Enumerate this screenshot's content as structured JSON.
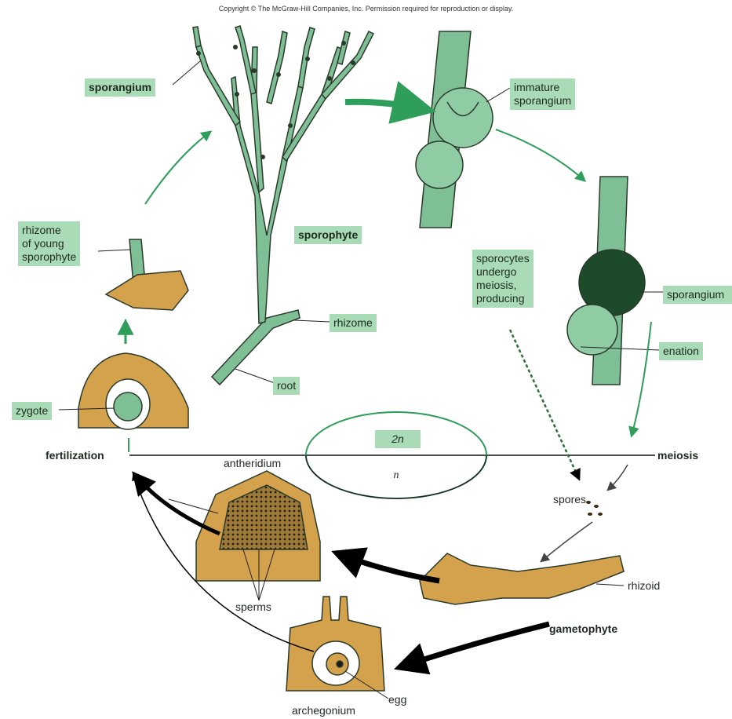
{
  "copyright": "Copyright © The McGraw-Hill Companies, Inc. Permission required for reproduction or display.",
  "labels": {
    "sporangium_top": "sporangium",
    "immature_sporangium": "immature\nsporangium",
    "sporophyte": "sporophyte",
    "rhizome_young": "rhizome\nof young\nsporophyte",
    "rhizome": "rhizome",
    "root": "root",
    "sporocytes": "sporocytes\nundergo\nmeiosis,\nproducing",
    "sporangium_right": "sporangium",
    "enation": "enation",
    "zygote": "zygote",
    "fertilization": "fertilization",
    "meiosis": "meiosis",
    "two_n": "2n",
    "n": "n",
    "spores": "spores",
    "antheridium": "antheridium",
    "sperms": "sperms",
    "rhizoid": "rhizoid",
    "gametophyte": "gametophyte",
    "egg": "egg",
    "archegonium": "archegonium"
  },
  "colors": {
    "sporophyte_green": "#7fbf96",
    "label_box": "#a9dbb6",
    "gametophyte_tan": "#d4a24c",
    "outline": "#2a3a2a",
    "arrow_green": "#2e9e5a",
    "arrow_black": "#000000"
  }
}
